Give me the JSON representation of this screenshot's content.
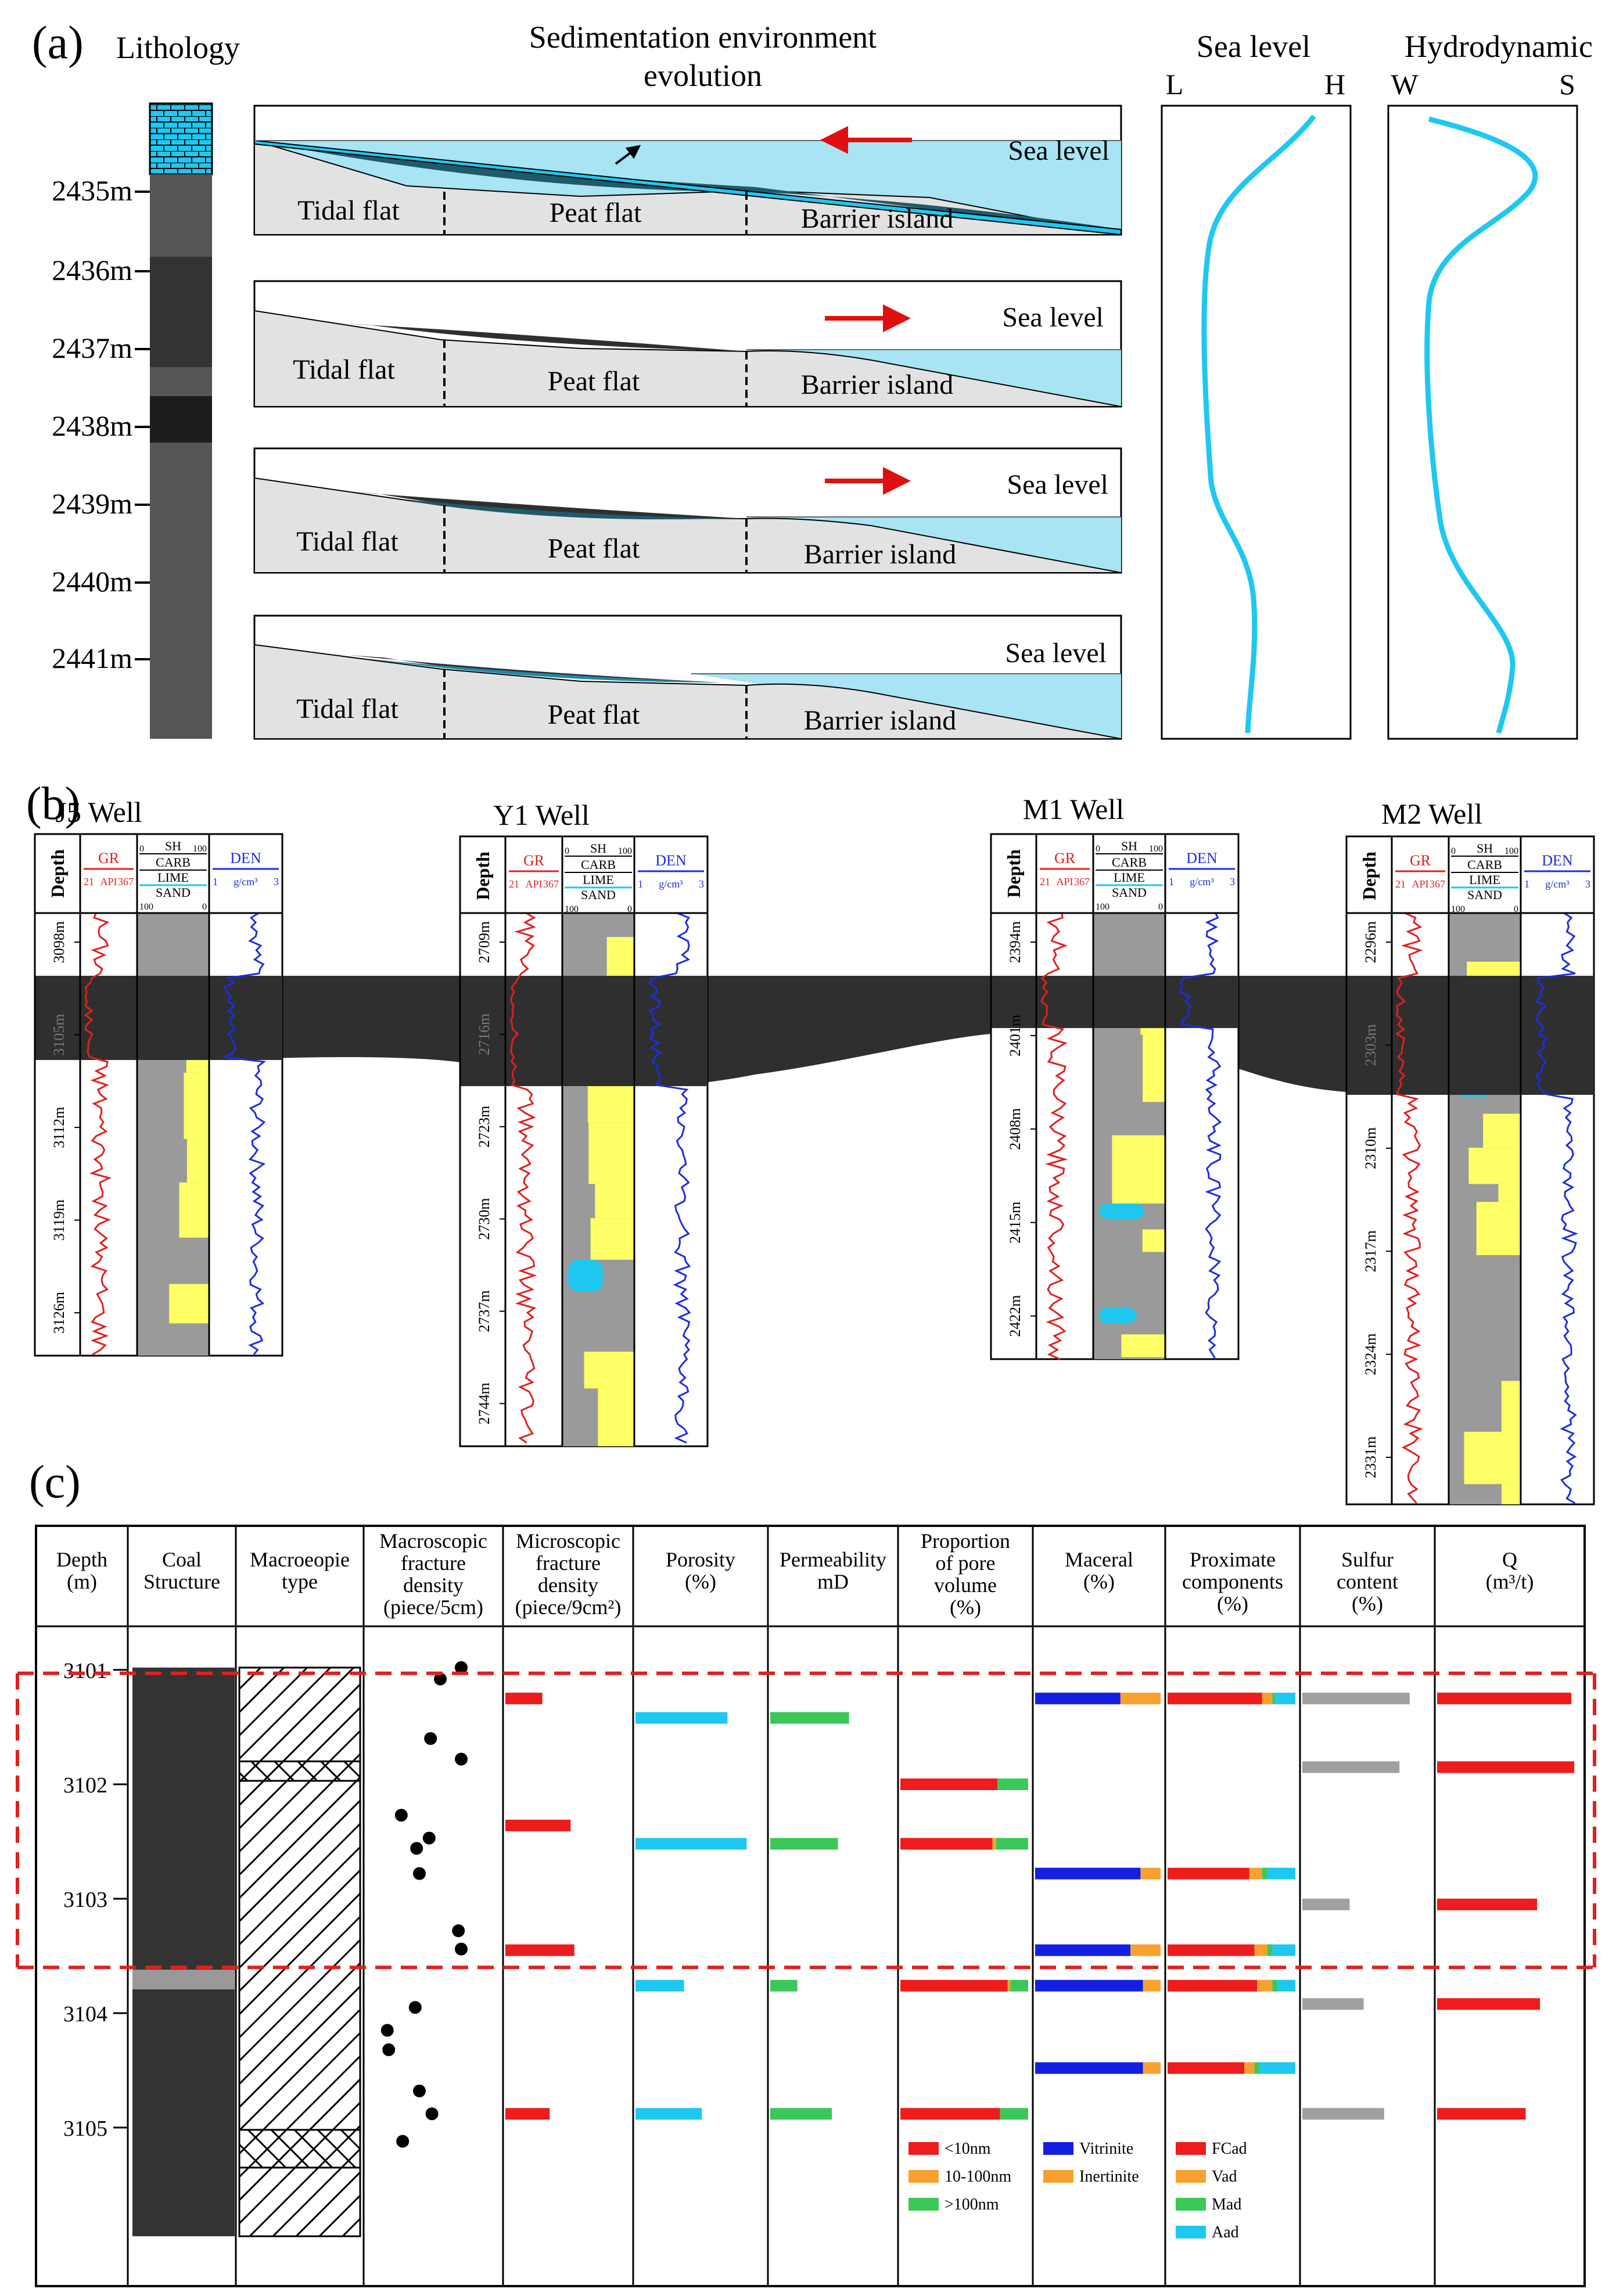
{
  "panel_a": {
    "label": "(a)",
    "lithology_title": "Lithology",
    "sed_title_1": "Sedimentation environment",
    "sed_title_2": "evolution",
    "depths": [
      "2435m",
      "2436m",
      "2437m",
      "2438m",
      "2439m",
      "2440m",
      "2441m"
    ],
    "environments": [
      "Tidal flat",
      "Peat flat",
      "Barrier island"
    ],
    "sea_level_label": "Sea level",
    "sea_level_title": "Sea level",
    "sea_level_low": "L",
    "sea_level_high": "H",
    "hydro_title": "Hydrodynamic",
    "hydro_weak": "W",
    "hydro_strong": "S",
    "colors": {
      "water": "#a8e4f4",
      "coal": "#2f2f2f",
      "curve": "#1ec8f0",
      "arrow": "#e01010",
      "land": "#e2e2e2",
      "limestone": "#1ec8f0"
    }
  },
  "panel_b": {
    "label": "(b)",
    "header": {
      "depth": "Depth",
      "gr": "GR",
      "gr_scale_min": "21",
      "gr_unit": "API",
      "gr_scale_max": "367",
      "sh": "SH",
      "carb": "CARB",
      "lime": "LIME",
      "sand": "SAND",
      "den": "DEN",
      "den_min": "1",
      "den_unit": "g/cm³",
      "den_max": "3",
      "pct_0": "0",
      "pct_100": "100"
    },
    "wells": [
      {
        "name": "J5 Well",
        "depths": [
          "3098m",
          "3105m",
          "3112m",
          "3119m",
          "3126m"
        ]
      },
      {
        "name": "Y1 Well",
        "depths": [
          "2709m",
          "2716m",
          "2723m",
          "2730m",
          "2737m",
          "2744m"
        ]
      },
      {
        "name": "M1 Well",
        "depths": [
          "2394m",
          "2401m",
          "2408m",
          "2415m",
          "2422m"
        ]
      },
      {
        "name": "M2 Well",
        "depths": [
          "2296m",
          "2303m",
          "2310m",
          "2317m",
          "2324m",
          "2331m"
        ]
      }
    ],
    "colors": {
      "gr": "#e02020",
      "den": "#1c2ee0",
      "carb": "#1ec8f0",
      "sand": "#ffff66",
      "shale": "#9a9a9a",
      "coal": "#2f2f2f"
    }
  },
  "panel_c": {
    "label": "(c)",
    "headers": [
      [
        "Depth",
        "(m)"
      ],
      [
        "Coal",
        "Structure"
      ],
      [
        "Macroeopie",
        "type"
      ],
      [
        "Macroscopic",
        "fracture",
        "density",
        "(piece/5cm)"
      ],
      [
        "Microscopic",
        "fracture",
        "density",
        "(piece/9cm²)"
      ],
      [
        "Porosity",
        "(%)"
      ],
      [
        "Permeability",
        "mD"
      ],
      [
        "Proportion",
        "of pore",
        "volume",
        "(%)"
      ],
      [
        "Maceral",
        "(%)"
      ],
      [
        "Proximate",
        "components",
        "(%)"
      ],
      [
        "Sulfur",
        "content",
        "(%)"
      ],
      [
        "Q",
        "(m³/t)"
      ]
    ],
    "depth_ticks": [
      "3101",
      "3102",
      "3103",
      "3104",
      "3105"
    ],
    "pore_legend": [
      "<10nm",
      "10-100nm",
      ">100nm"
    ],
    "maceral_legend": [
      "Vitrinite",
      "Inertinite"
    ],
    "proximate_legend": [
      "FCad",
      "Vad",
      "Mad",
      "Aad"
    ],
    "colors": {
      "red": "#ee1c1c",
      "orange": "#f8a030",
      "green": "#3ac858",
      "blue": "#1420e0",
      "cyan": "#1ec8f0",
      "gray": "#a0a0a0",
      "dash": "#e02020"
    },
    "rows": [
      {
        "depth": 3101.25,
        "micro_fracture": 0.3,
        "porosity": null,
        "permeability": null,
        "pore": null,
        "maceral": [
          0.68,
          0.32
        ],
        "proximate": [
          0.74,
          0.08,
          0.02,
          0.16
        ],
        "sulfur": 0.84,
        "q": 0.94
      },
      {
        "depth": 3101.42,
        "micro_fracture": null,
        "porosity": 0.72,
        "permeability": 0.64,
        "pore": null,
        "maceral": null,
        "proximate": null,
        "sulfur": null,
        "q": null
      },
      {
        "depth": 3101.85,
        "micro_fracture": null,
        "porosity": null,
        "permeability": null,
        "pore": null,
        "maceral": null,
        "proximate": null,
        "sulfur": 0.76,
        "q": 0.96
      },
      {
        "depth": 3102.0,
        "micro_fracture": null,
        "porosity": null,
        "permeability": null,
        "pore": [
          0.76,
          0.0,
          0.24
        ],
        "maceral": null,
        "proximate": null,
        "sulfur": null,
        "q": null
      },
      {
        "depth": 3102.36,
        "micro_fracture": 0.53,
        "porosity": null,
        "permeability": null,
        "pore": null,
        "maceral": null,
        "proximate": null,
        "sulfur": null,
        "q": null
      },
      {
        "depth": 3102.52,
        "micro_fracture": null,
        "porosity": 0.87,
        "permeability": 0.55,
        "pore": [
          0.72,
          0.03,
          0.25
        ],
        "maceral": null,
        "proximate": null,
        "sulfur": null,
        "q": null
      },
      {
        "depth": 3102.78,
        "micro_fracture": null,
        "porosity": null,
        "permeability": null,
        "pore": null,
        "maceral": [
          0.84,
          0.16
        ],
        "proximate": [
          0.64,
          0.1,
          0.04,
          0.22
        ],
        "sulfur": null,
        "q": null
      },
      {
        "depth": 3103.05,
        "micro_fracture": null,
        "porosity": null,
        "permeability": null,
        "pore": null,
        "maceral": null,
        "proximate": null,
        "sulfur": 0.37,
        "q": 0.7
      },
      {
        "depth": 3103.45,
        "micro_fracture": 0.56,
        "porosity": null,
        "permeability": null,
        "pore": null,
        "maceral": [
          0.76,
          0.24
        ],
        "proximate": [
          0.68,
          0.1,
          0.04,
          0.18
        ],
        "sulfur": null,
        "q": null
      },
      {
        "depth": 3103.76,
        "micro_fracture": null,
        "porosity": 0.38,
        "permeability": 0.22,
        "pore": [
          0.84,
          0.02,
          0.14
        ],
        "maceral": [
          0.86,
          0.14
        ],
        "proximate": [
          0.7,
          0.12,
          0.04,
          0.14
        ],
        "sulfur": null,
        "q": null
      },
      {
        "depth": 3103.92,
        "micro_fracture": null,
        "porosity": null,
        "permeability": null,
        "pore": null,
        "maceral": null,
        "proximate": null,
        "sulfur": 0.48,
        "q": 0.72
      },
      {
        "depth": 3104.48,
        "micro_fracture": null,
        "porosity": null,
        "permeability": null,
        "pore": null,
        "maceral": [
          0.86,
          0.14
        ],
        "proximate": [
          0.6,
          0.08,
          0.04,
          0.28
        ],
        "sulfur": null,
        "q": null
      },
      {
        "depth": 3104.88,
        "micro_fracture": 0.36,
        "porosity": 0.52,
        "permeability": 0.5,
        "pore": [
          0.78,
          0.0,
          0.22
        ],
        "maceral": null,
        "proximate": null,
        "sulfur": 0.64,
        "q": 0.62
      }
    ],
    "macro_fracture": [
      [
        3100.98,
        0.7
      ],
      [
        3101.08,
        0.55
      ],
      [
        3101.6,
        0.48
      ],
      [
        3101.78,
        0.7
      ],
      [
        3102.27,
        0.27
      ],
      [
        3102.47,
        0.47
      ],
      [
        3102.56,
        0.38
      ],
      [
        3102.78,
        0.4
      ],
      [
        3103.28,
        0.68
      ],
      [
        3103.44,
        0.7
      ],
      [
        3103.95,
        0.37
      ],
      [
        3104.15,
        0.17
      ],
      [
        3104.32,
        0.18
      ],
      [
        3104.68,
        0.4
      ],
      [
        3104.88,
        0.49
      ],
      [
        3105.12,
        0.28
      ]
    ]
  }
}
